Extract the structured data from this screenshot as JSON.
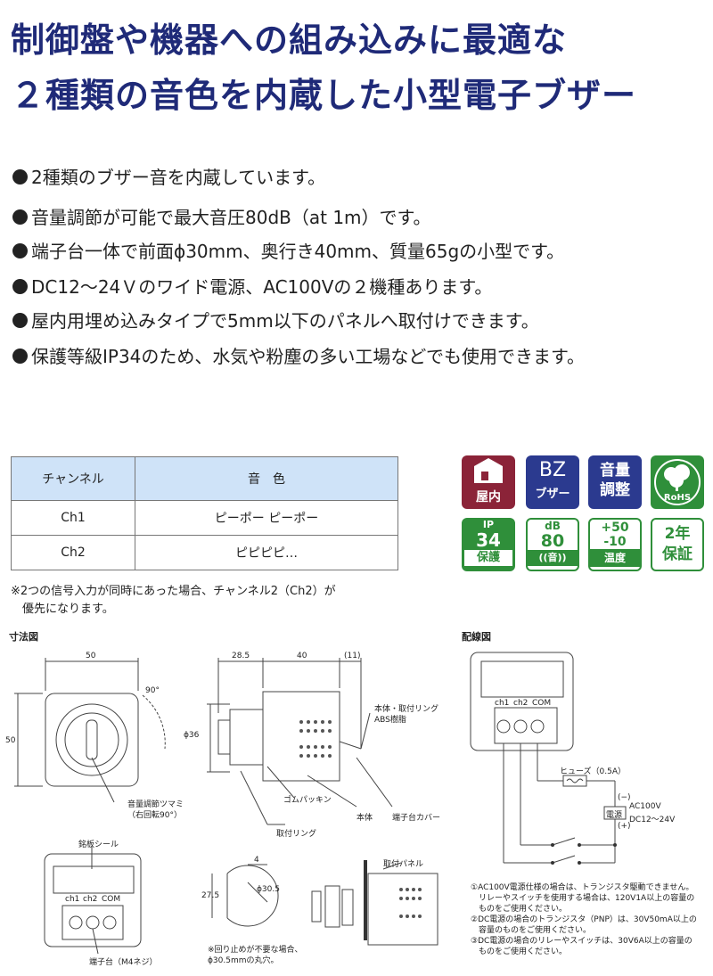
{
  "heading": {
    "line1": "制御盤や機器への組み込みに最適な",
    "line2": "２種類の音色を内蔵した小型電子ブザー"
  },
  "features": [
    "2種類のブザー音を内蔵しています。",
    "音量調節が可能で最大音圧80dB（at 1m）です。",
    "端子台一体で前面ϕ30mm、奥行き40mm、質量65gの小型です。",
    "DC12～24Ｖのワイド電源、AC100Vの２機種あります。",
    "屋内用埋め込みタイプで5mm以下のパネルへ取付けできます。",
    "保護等級IP34のため、水気や粉塵の多い工場などでも使用できます。"
  ],
  "channel_table": {
    "headers": [
      "チャンネル",
      "音　色"
    ],
    "rows": [
      [
        "Ch1",
        "ピーポー ピーポー"
      ],
      [
        "Ch2",
        "ピピピピ…"
      ]
    ],
    "note_line1": "※2つの信号入力が同時にあった場合、チャンネル2（Ch2）が",
    "note_line2": "　優先になります。"
  },
  "badges": [
    {
      "line1": "",
      "line2": "屋内",
      "color": "#8b2338",
      "icon": "house-icon"
    },
    {
      "line1": "BZ",
      "line2": "ブザー",
      "color": "#2b3a8f"
    },
    {
      "line1": "音量",
      "line2": "調整",
      "color": "#2b3a8f"
    },
    {
      "line1": "",
      "line2": "RoHS",
      "color": "#2f8f3a",
      "icon": "tree-icon"
    },
    {
      "line1": "IP",
      "line2": "34",
      "line3": "保護",
      "color": "#2f8f3a"
    },
    {
      "line1": "dB",
      "line2": "80",
      "line3": "((音))",
      "color": "#2f8f3a"
    },
    {
      "line1": "+50",
      "line2": "-10",
      "line3": "温度",
      "color": "#2f8f3a"
    },
    {
      "line1": "2年",
      "line2": "保証",
      "color": "#2f8f3a"
    }
  ],
  "dimension_drawing": {
    "title": "寸法図",
    "dims": {
      "width": "50",
      "height": "50",
      "rotation": "90°",
      "d1": "28.5",
      "d2": "40",
      "d3": "(11)",
      "dia": "ϕ36",
      "hole_w": "4",
      "hole_h": "27.5",
      "hole_dia": "ϕ30.5"
    },
    "labels": {
      "knob": "音量調節ツマミ",
      "knob_sub": "（右回転90°）",
      "body_ring": "本体・取付リング",
      "abs": "ABS樹脂",
      "packing": "ゴムパッキン",
      "body": "本体",
      "terminal_cover": "端子台カバー",
      "ring": "取付リング",
      "nameplate": "銘板シール",
      "terminal_block": "端子台（M4ネジ）",
      "panel": "取付パネル",
      "term_names": [
        "ch1",
        "ch2",
        "COM"
      ],
      "hole_note1": "※回り止めが不要な場合、",
      "hole_note2": "ϕ30.5mmの丸穴。"
    }
  },
  "wiring_diagram": {
    "title": "配線図",
    "term_names": [
      "ch1",
      "ch2",
      "COM"
    ],
    "fuse": "ヒューズ（0.5A）",
    "power": "電源",
    "minus": "(−)",
    "plus": "(+)",
    "ac": "AC100V",
    "dc": "DC12～24V",
    "notes": [
      "①AC100V電源仕様の場合は、トランジスタ駆動できません。",
      "　リレーやスイッチを使用する場合は、120V1A以上の容量の",
      "　ものをご使用ください。",
      "②DC電源の場合のトランジスタ（PNP）は、30V50mA以上の",
      "　容量のものをご使用ください。",
      "③DC電源の場合のリレーやスイッチは、30V6A以上の容量の",
      "　ものをご使用ください。"
    ]
  }
}
